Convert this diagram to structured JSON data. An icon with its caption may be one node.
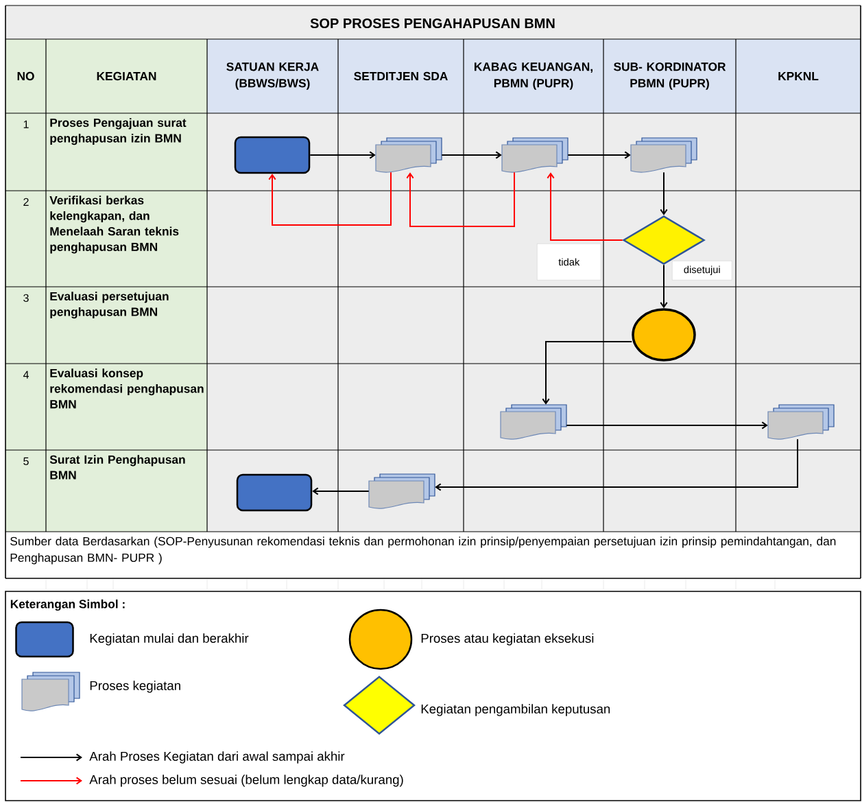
{
  "diagram": {
    "title": "SOP PROSES PENGAHAPUSAN BMN",
    "nodes": [
      {
        "text": [],
        "shape": "box"
      },
      {
        "text": [],
        "shape": "document"
      },
      {
        "text": [],
        "shape": "document"
      },
      {
        "text": [],
        "shape": "document"
      },
      {
        "text": [],
        "shape": "diamond"
      },
      {
        "text": [],
        "shape": "circle"
      },
      {
        "text": [],
        "shape": "document"
      },
      {
        "text": [],
        "shape": "document"
      },
      {
        "text": [],
        "shape": "document"
      },
      {
        "text": [],
        "shape": "box"
      }
    ],
    "edges": [
      {
        "from": 0,
        "to": 1,
        "arrow": "to"
      },
      {
        "from": 1,
        "to": 2,
        "arrow": "to"
      },
      {
        "from": 2,
        "to": 3,
        "arrow": "to"
      },
      {
        "from": 3,
        "to": 4,
        "arrow": "to"
      },
      {
        "from": 4,
        "to": 5,
        "arrow": "to",
        "label": "disetujui"
      },
      {
        "from": 4,
        "to": 2,
        "arrow": "to",
        "label": "tidak",
        "color": "#ff0000"
      },
      {
        "from": 2,
        "to": 1,
        "arrow": "to",
        "color": "#ff0000"
      },
      {
        "from": 1,
        "to": 0,
        "arrow": "to",
        "color": "#ff0000"
      },
      {
        "from": 5,
        "to": 6,
        "arrow": "to"
      },
      {
        "from": 6,
        "to": 7,
        "arrow": "to"
      },
      {
        "from": 7,
        "to": 8,
        "arrow": "to"
      },
      {
        "from": 8,
        "to": 9,
        "arrow": "to"
      }
    ],
    "labels": [
      "NO",
      "KEGIATAN",
      "SATUAN KERJA (BBWS/BWS)",
      "SETDITJEN SDA",
      "KABAG KEUANGAN, PBMN (PUPR)",
      "SUB- KORDINATOR PBMN (PUPR)",
      "KPKNL",
      "1",
      "Proses Pengajuan surat penghapusan izin BMN",
      "2",
      "Verifikasi berkas kelengkapan, dan Menelaah Saran teknis penghapusan BMN",
      "3",
      "Evaluasi persetujuan penghapusan BMN",
      "4",
      "Evaluasi konsep rekomendasi penghapusan BMN",
      "5",
      "Surat Izin Penghapusan BMN",
      "Sumber data Berdasarkan (SOP-Penyusunan rekomendasi teknis dan permohonan izin prinsip/penyempaian persetujuan izin prinsip pemindahtangan, dan Penghapusan BMN- PUPR )",
      "Keterangan Simbol :"
    ],
    "legend": [
      {
        "text": "Kegiatan mulai dan berakhir",
        "color": "#4472c4"
      },
      {
        "text": "Proses atau kegiatan eksekusi",
        "color": "#ffc000"
      },
      {
        "text": "Proses kegiatan"
      },
      {
        "text": "Kegiatan pengambilan keputusan",
        "color": "#ffff00"
      },
      {
        "text": "Arah Proses Kegiatan dari awal sampai akhir"
      },
      {
        "text": "Arah proses belum sesuai (belum lengkap data/kurang)"
      }
    ]
  }
}
